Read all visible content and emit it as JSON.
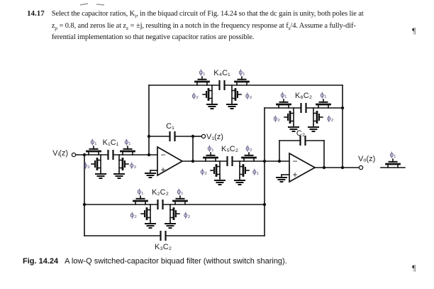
{
  "problem": {
    "number": "14.17",
    "lines": [
      "Select the capacitor ratios, K<sub>i</sub>, in the biquad circuit of Fig. 14.24 so that the dc gain is unity, both poles lie at",
      "z<sub>p</sub> = 0.8, and zeros lie at z<sub>z</sub> = &plusmn;j, resulting in a notch in the frequency response at f<sub>s</sub>/4. Assume a fully-dif-",
      "ferential implementation so that negative capacitor ratios are possible."
    ],
    "pilcrow": "¶"
  },
  "caption": {
    "fig_label": "Fig. 14.24",
    "text": "A low-Q switched-capacitor biquad filter (without switch sharing).",
    "pilcrow": "¶"
  },
  "circuit": {
    "labels": {
      "vin": "Vᵢ(z)",
      "v1": "V₁(z)",
      "vout": "Vₒ(z)",
      "c1": "C₁",
      "c2": "C₂",
      "k1c1": "K₁C₁",
      "k2c2": "K₂C₂",
      "k3c2": "K₃C₂",
      "k4c1": "K₄C₁",
      "k5c2": "K₅C₂",
      "k6c2": "K₆C₂",
      "phi1": "ϕ₁",
      "phi2": "ϕ₂",
      "minus": "−",
      "plus": "+"
    },
    "colors": {
      "wire": "#111111",
      "phase_label": "#4e4878",
      "label": "#1c1c1c"
    }
  }
}
